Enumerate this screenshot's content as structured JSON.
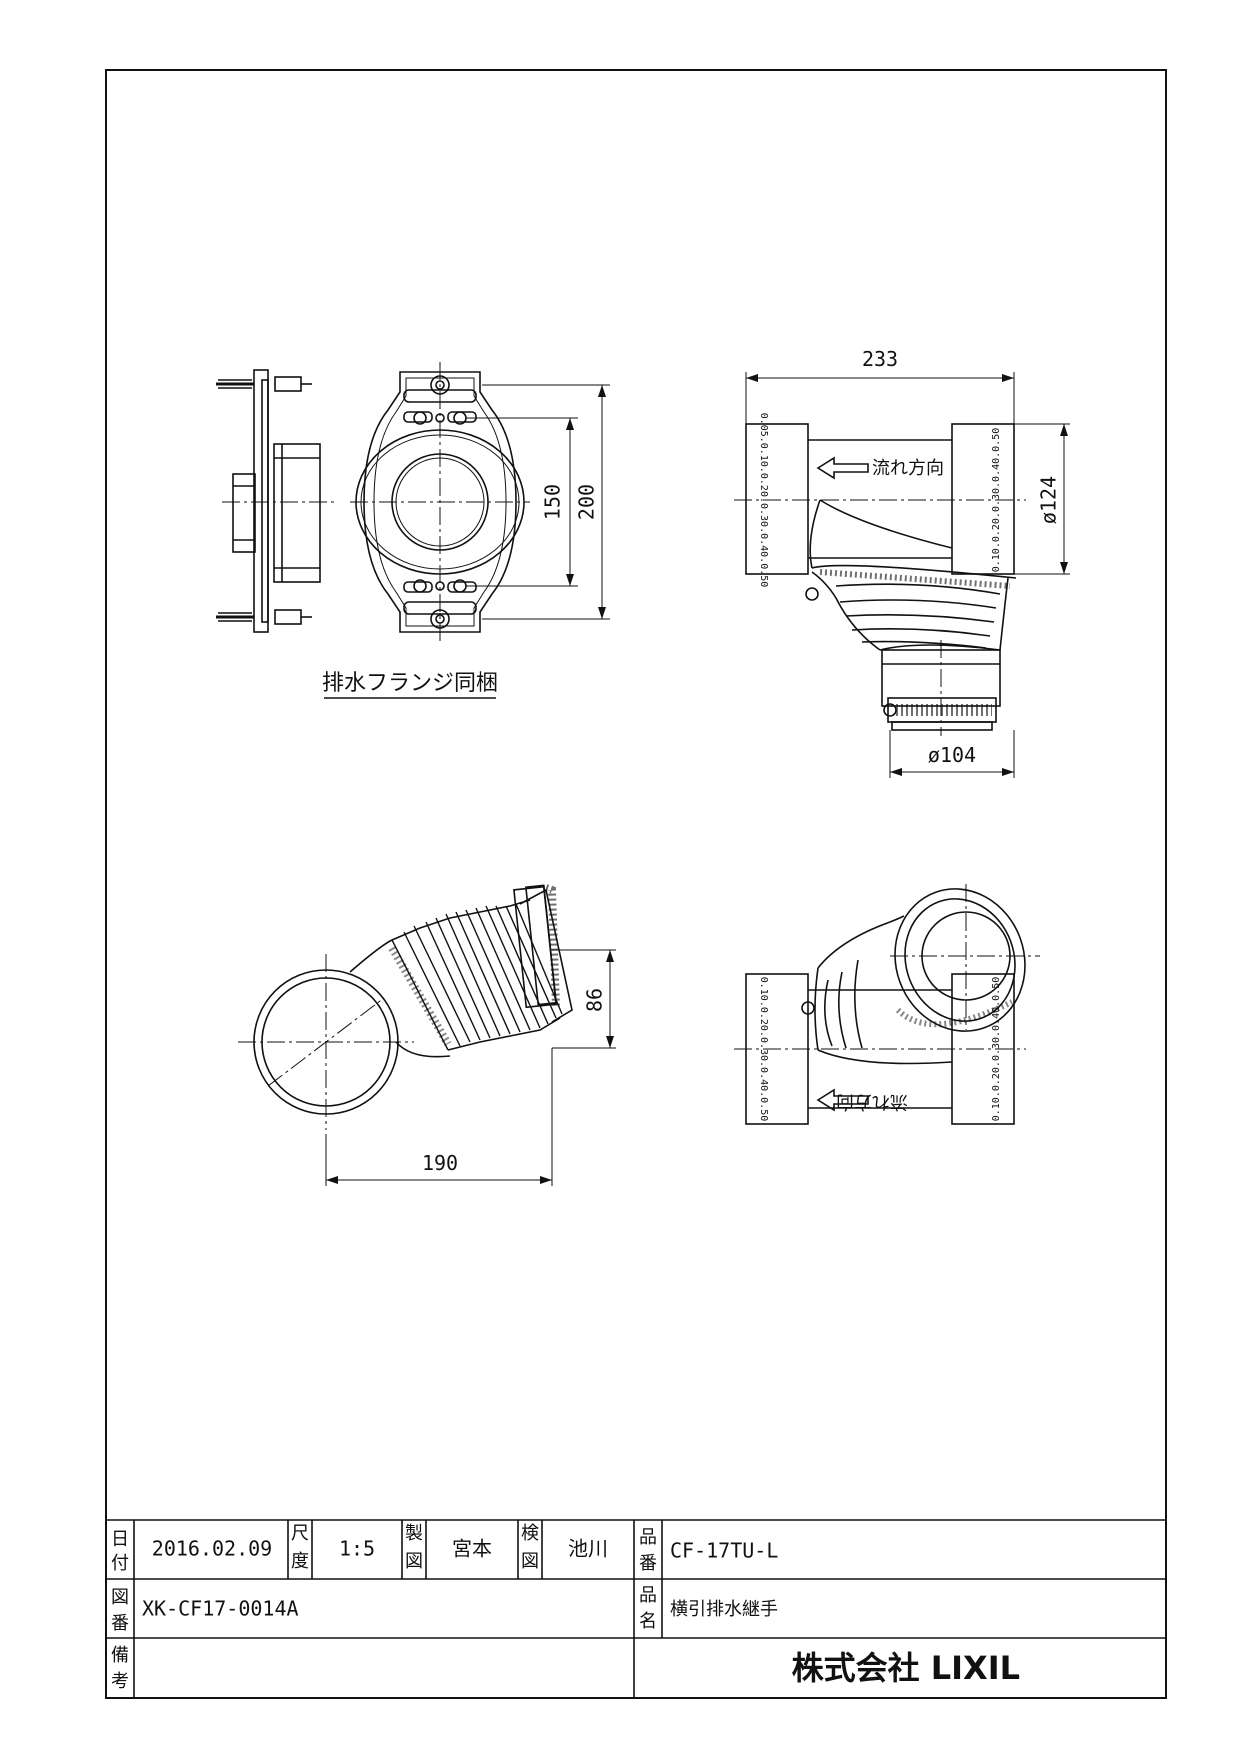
{
  "drawing": {
    "caption": "排水フランジ同梱",
    "flow_label": "流れ方向",
    "scale_marks_a": "0.05.0.10.0.20.0.30.0.40.0.50",
    "scale_marks_b": "0.10.0.20.0.30.0.40.0.50",
    "dimensions": {
      "flange_inner": "150",
      "flange_outer": "200",
      "top_width": "233",
      "side_dia": "ø124",
      "bottom_dia": "ø104",
      "bellows_height": "86",
      "bellows_width": "190"
    }
  },
  "title_block": {
    "date_label": [
      "日",
      "付"
    ],
    "date": "2016.02.09",
    "scale_label": [
      "尺",
      "度"
    ],
    "scale": "1:5",
    "drawn_label": [
      "製",
      "図"
    ],
    "drawn_by": "宮本",
    "checked_label": [
      "検",
      "図"
    ],
    "checked_by": "池川",
    "part_no_label": [
      "品",
      "番"
    ],
    "part_no": "CF-17TU-L",
    "drawing_no_label": [
      "図",
      "番"
    ],
    "drawing_no": "XK-CF17-0014A",
    "part_name_label": [
      "品",
      "名"
    ],
    "part_name": "横引排水継手",
    "remarks_label": [
      "備",
      "考"
    ],
    "company": "株式会社 LIXIL"
  }
}
